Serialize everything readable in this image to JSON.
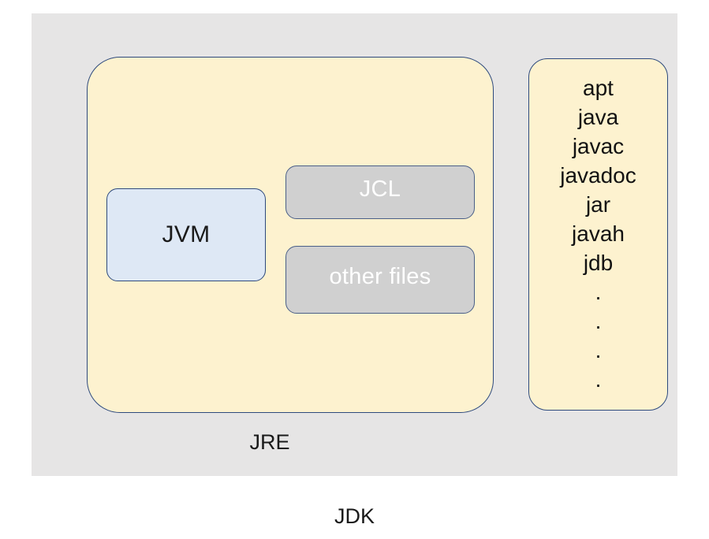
{
  "diagram": {
    "title": "JDK / JRE / JVM structure diagram",
    "colors": {
      "panel_background": "#e6e5e5",
      "container_fill": "#fdf2cf",
      "container_border": "#2e4a7d",
      "jvm_fill": "#dee8f5",
      "gray_fill": "#d0d0d0",
      "gray_border": "#4a5f88",
      "text_dark": "#1a1a1a",
      "text_light": "#ffffff",
      "page_background": "#ffffff"
    },
    "jdk": {
      "caption": "JDK"
    },
    "jre": {
      "caption": "JRE",
      "components": [
        {
          "label": "JVM",
          "style": "blue"
        },
        {
          "label": "JCL",
          "style": "gray"
        },
        {
          "label": "other files",
          "style": "gray"
        }
      ]
    },
    "tools": {
      "items": [
        "apt",
        "java",
        "javac",
        "javadoc",
        "jar",
        "javah",
        "jdb"
      ],
      "ellipsis_dots": [
        ".",
        ".",
        ".",
        "."
      ]
    }
  }
}
